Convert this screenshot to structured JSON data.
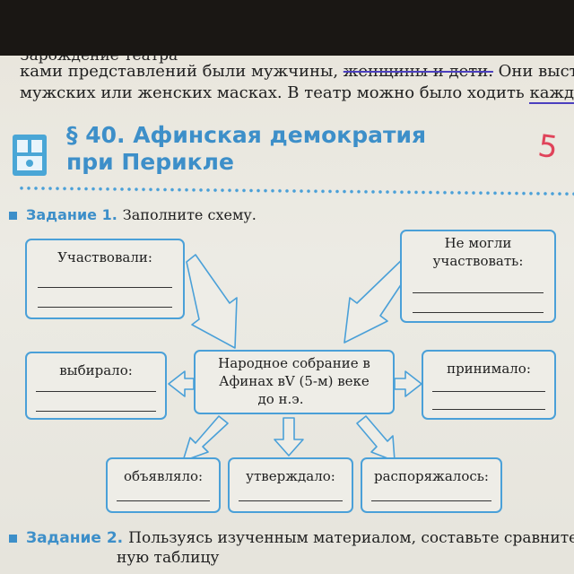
{
  "intro": {
    "line0": "Зарождение театра",
    "line1_a": "ками представлений были мужчины, ",
    "line1_strike": "женщины и дети.",
    "line1_b": " Они выступали в",
    "line2_a": "мужских или женских масках. В театр можно было ходить ",
    "line2_under": "каждую неделю."
  },
  "section": {
    "title_line1": "§ 40. Афинская демократия",
    "title_line2": "при Перикле",
    "handwritten_grade": "5"
  },
  "task1": {
    "label": "Задание 1.",
    "text": "Заполните схему."
  },
  "diagram": {
    "center_line1": "Народное собрание в",
    "center_line2": "Афинах вV (5-м) веке",
    "center_line3": "до н.э.",
    "participated": "Участвовали:",
    "not_participated_line1": "Не могли",
    "not_participated_line2": "участвовать:",
    "elected": "выбирало:",
    "adopted": "принимало:",
    "declared": "объявляло:",
    "approved": "утверждало:",
    "managed": "распоряжалось:"
  },
  "task2": {
    "label": "Задание 2.",
    "text": "Пользуясь изученным материалом, составьте сравнитель",
    "continuation": "ную таблицу"
  },
  "colors": {
    "accent": "#3d8fc9",
    "pen": "#4b3fbf",
    "grade": "#e0435a"
  }
}
